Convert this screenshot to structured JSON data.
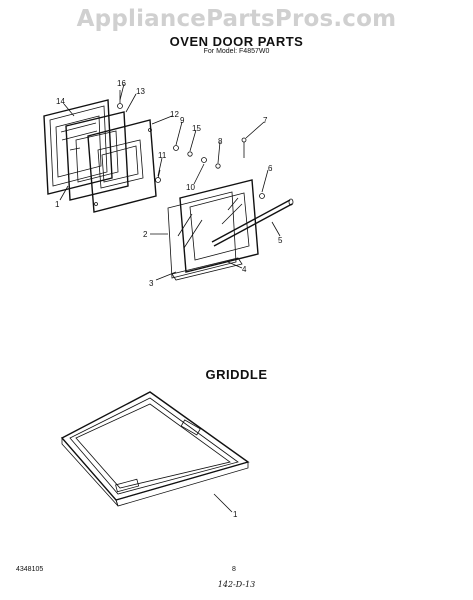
{
  "header": {
    "watermark": "AppliancePartsPros.com",
    "title": "OVEN DOOR PARTS",
    "subtitle": "For Model: F4857W0"
  },
  "oven_door": {
    "callouts": [
      "16",
      "13",
      "14",
      "12",
      "9",
      "15",
      "8",
      "7",
      "11",
      "1",
      "10",
      "6",
      "2",
      "5",
      "3",
      "4"
    ]
  },
  "griddle": {
    "title": "GRIDDLE",
    "callouts": [
      "1"
    ]
  },
  "footer": {
    "doc_number": "4348105",
    "page_number": "8",
    "handwritten": "142-D-13"
  }
}
